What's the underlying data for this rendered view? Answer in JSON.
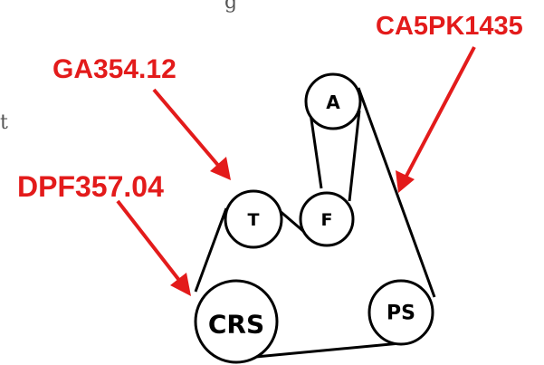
{
  "background_text": {
    "top_fragment": "g",
    "side_fragment": "t"
  },
  "labels": [
    {
      "id": "dpf",
      "text": "DPF357.04"
    },
    {
      "id": "ga",
      "text": "GA354.12"
    },
    {
      "id": "ca",
      "text": "CA5PK1435"
    }
  ],
  "pulleys": [
    {
      "id": "a",
      "label": "A"
    },
    {
      "id": "t",
      "label": "T"
    },
    {
      "id": "f",
      "label": "F"
    },
    {
      "id": "crs",
      "label": "CRS"
    },
    {
      "id": "ps",
      "label": "PS"
    }
  ],
  "colors": {
    "label_red": "#e31b1b",
    "belt": "#000000"
  }
}
